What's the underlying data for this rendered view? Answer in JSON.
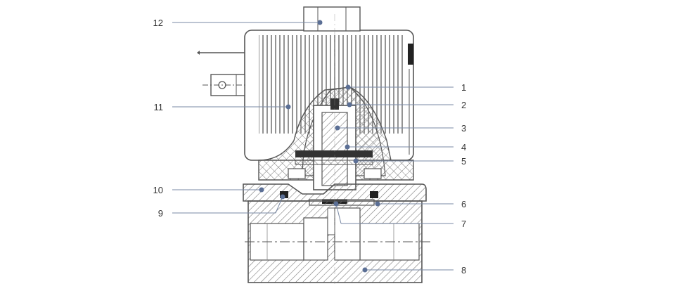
{
  "diagram": {
    "background": "#ffffff",
    "line_color": "#555555",
    "leader_color": "#7a8aa6",
    "dot_color": "#5b6f95",
    "hatch_color": "#777777",
    "callouts": {
      "c1": "1",
      "c2": "2",
      "c3": "3",
      "c4": "4",
      "c5": "5",
      "c6": "6",
      "c7": "7",
      "c8": "8",
      "c9": "9",
      "c10": "10",
      "c11": "11",
      "c12": "12"
    }
  }
}
